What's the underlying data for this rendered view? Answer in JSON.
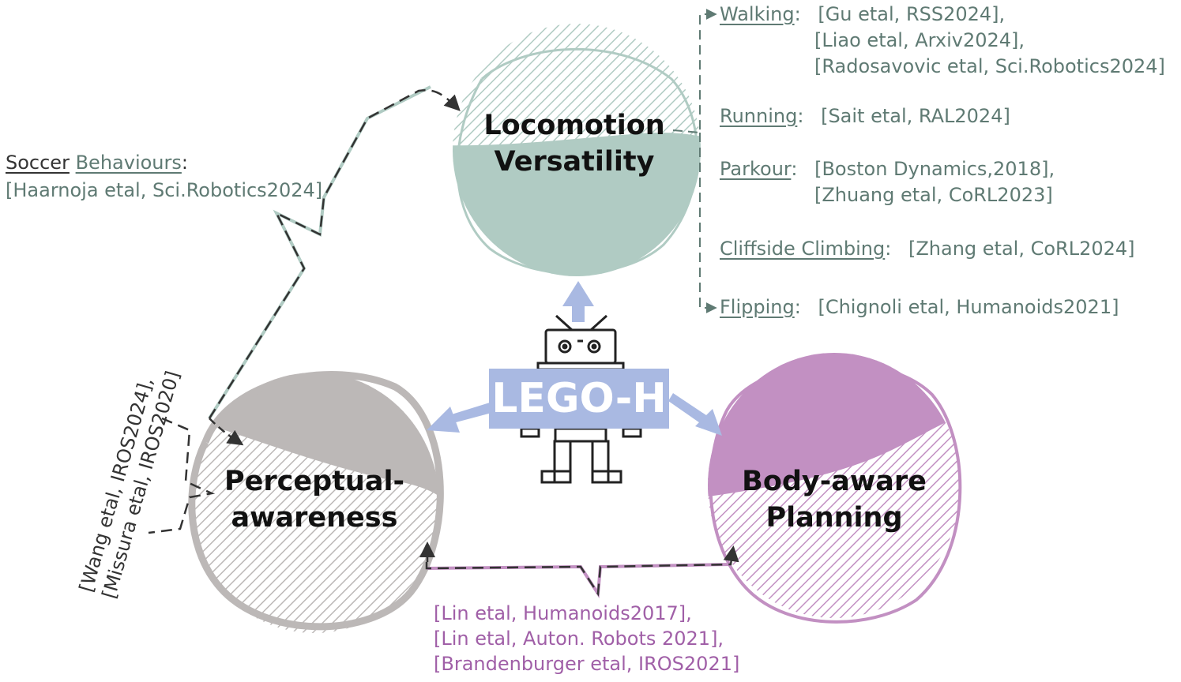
{
  "center": {
    "label": "LEGO-H"
  },
  "circles": {
    "locomotion": {
      "line1": "Locomotion",
      "line2": "Versatility",
      "color": "#b0cbc3"
    },
    "perceptual": {
      "line1": "Perceptual-",
      "line2": "awareness",
      "color": "#bcb8b7"
    },
    "planning": {
      "line1": "Body-aware",
      "line2": "Planning",
      "color": "#c290c2"
    }
  },
  "locomotion_refs": [
    {
      "category": "Walking",
      "lines": [
        "[Gu etal, RSS2024],",
        "[Liao etal, Arxiv2024],",
        "[Radosavovic etal, Sci.Robotics2024]"
      ]
    },
    {
      "category": "Running",
      "lines": [
        "[Sait etal, RAL2024]"
      ]
    },
    {
      "category": "Parkour",
      "lines": [
        "[Boston Dynamics,2018],",
        "[Zhuang etal, CoRL2023]"
      ]
    },
    {
      "category": "Cliffside Climbing",
      "lines": [
        "[Zhang etal, CoRL2024]"
      ]
    },
    {
      "category": "Flipping",
      "lines": [
        "[Chignoli etal, Humanoids2021]"
      ]
    }
  ],
  "soccer": {
    "word1": "Soccer",
    "word2": "Behaviours",
    "colon": ":",
    "ref": "[Haarnoja etal, Sci.Robotics2024]"
  },
  "perceptual_refs": {
    "line1": "[Wang etal, IROS2024],",
    "line2": "[Missura etal, IROS2020]"
  },
  "planning_refs": [
    "[Lin etal, Humanoids2017],",
    "[Lin etal, Auton. Robots 2021],",
    "[Brandenburger etal, IROS2021]"
  ],
  "colors": {
    "green_text": "#5f7a73",
    "purple_text": "#a05fa7",
    "arrow_blue": "#a9b9e2"
  },
  "icons": [
    "robot-icon",
    "arrow-up-icon",
    "arrow-left-icon",
    "arrow-right-icon"
  ]
}
